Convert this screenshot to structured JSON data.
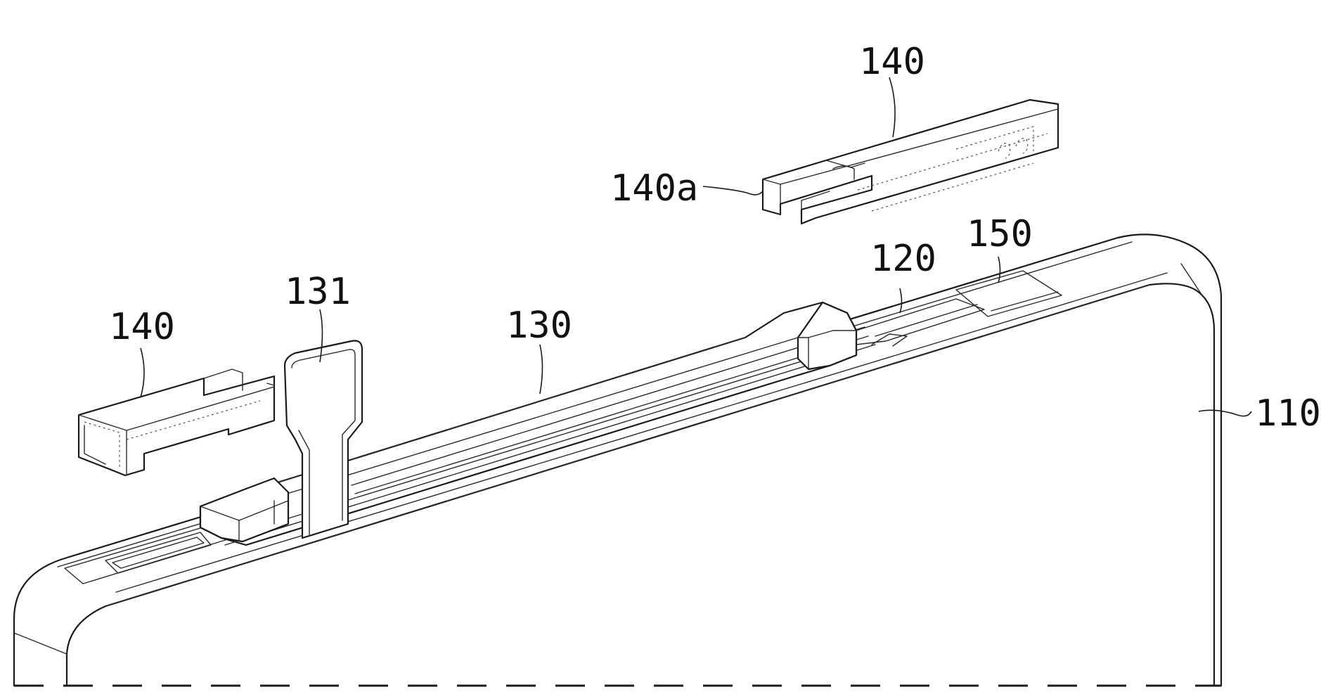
{
  "labels": {
    "battery_body": "110",
    "tab": "120",
    "protection_circuit_module": "130",
    "flexible_connector": "131",
    "holder_left": "140",
    "holder_right": "140",
    "holder_tip": "140a",
    "insulation_tape": "150"
  },
  "colors": {
    "line": "#1a1a1a",
    "background": "#ffffff"
  }
}
